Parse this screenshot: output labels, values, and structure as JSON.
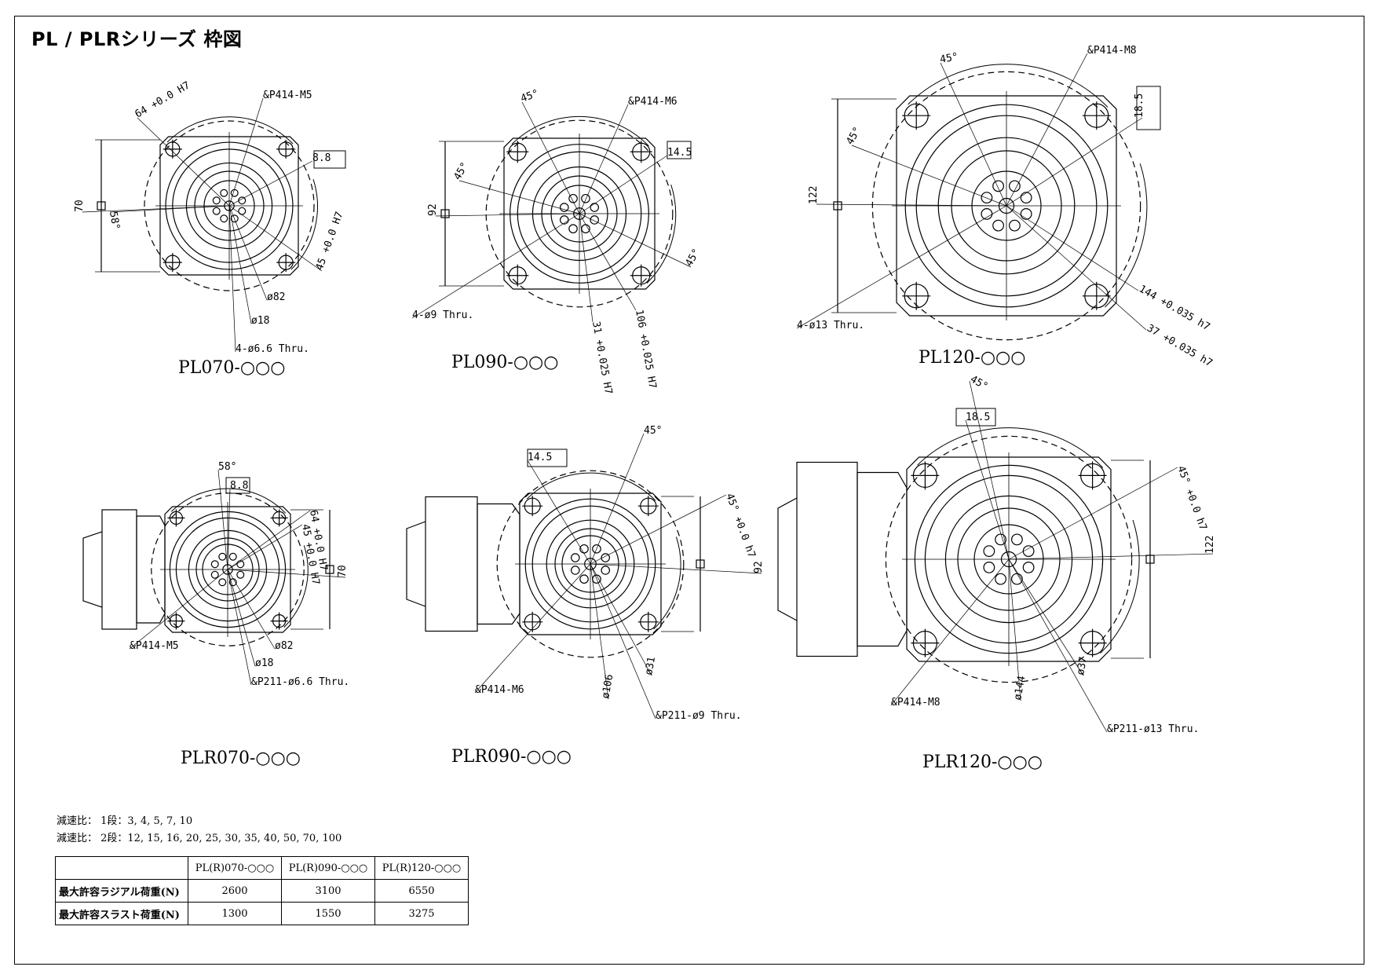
{
  "title": "PL / PLRシリーズ 枠図",
  "models": {
    "pl070": {
      "name": "PL070-○○○",
      "labels": [
        "64 +0.0 H7",
        "&P414-M5",
        "8.8",
        "70",
        "58°",
        "45 +0.0 H7",
        "ø82",
        "ø18",
        "4-ø6.6 Thru."
      ]
    },
    "pl090": {
      "name": "PL090-○○○",
      "labels": [
        "45°",
        "&P414-M6",
        "14.5",
        "45°",
        "92",
        "45°",
        "4-ø9 Thru.",
        "31 +0.025 H7",
        "106 +0.025 H7"
      ]
    },
    "pl120": {
      "name": "PL120-○○○",
      "labels": [
        "45°",
        "&P414-M8",
        "18.5",
        "45°",
        "122",
        "144 +0.035 h7",
        "37 +0.035 h7",
        "4-ø13 Thru."
      ]
    },
    "plr070": {
      "name": "PLR070-○○○",
      "labels": [
        "58°",
        "8.8",
        "64 +0.0 H7",
        "45 +0.0 H7",
        "70",
        "&P414-M5",
        "ø82",
        "ø18",
        "&P211-ø6.6 Thru."
      ]
    },
    "plr090": {
      "name": "PLR090-○○○",
      "labels": [
        "14.5",
        "45°",
        "45° +0.0 h7",
        "92",
        "&P414-M6",
        "ø106",
        "ø31",
        "&P211-ø9 Thru."
      ]
    },
    "plr120": {
      "name": "PLR120-○○○",
      "labels": [
        "45°",
        "18.5",
        "45° +0.0 h7",
        "122",
        "&P414-M8",
        "ø144",
        "ø37",
        "&P211-ø13 Thru."
      ]
    }
  },
  "ratios": {
    "stage1": "減速比： 1段：3, 4, 5, 7, 10",
    "stage2": "減速比： 2段：12, 15, 16, 20, 25, 30, 35, 40, 50, 70, 100"
  },
  "table": {
    "columns": [
      "PL(R)070-○○○",
      "PL(R)090-○○○",
      "PL(R)120-○○○"
    ],
    "rows": [
      {
        "label": "最大許容ラジアル荷重(N)",
        "values": [
          "2600",
          "3100",
          "6550"
        ]
      },
      {
        "label": "最大許容スラスト荷重(N)",
        "values": [
          "1300",
          "1550",
          "3275"
        ]
      }
    ]
  }
}
